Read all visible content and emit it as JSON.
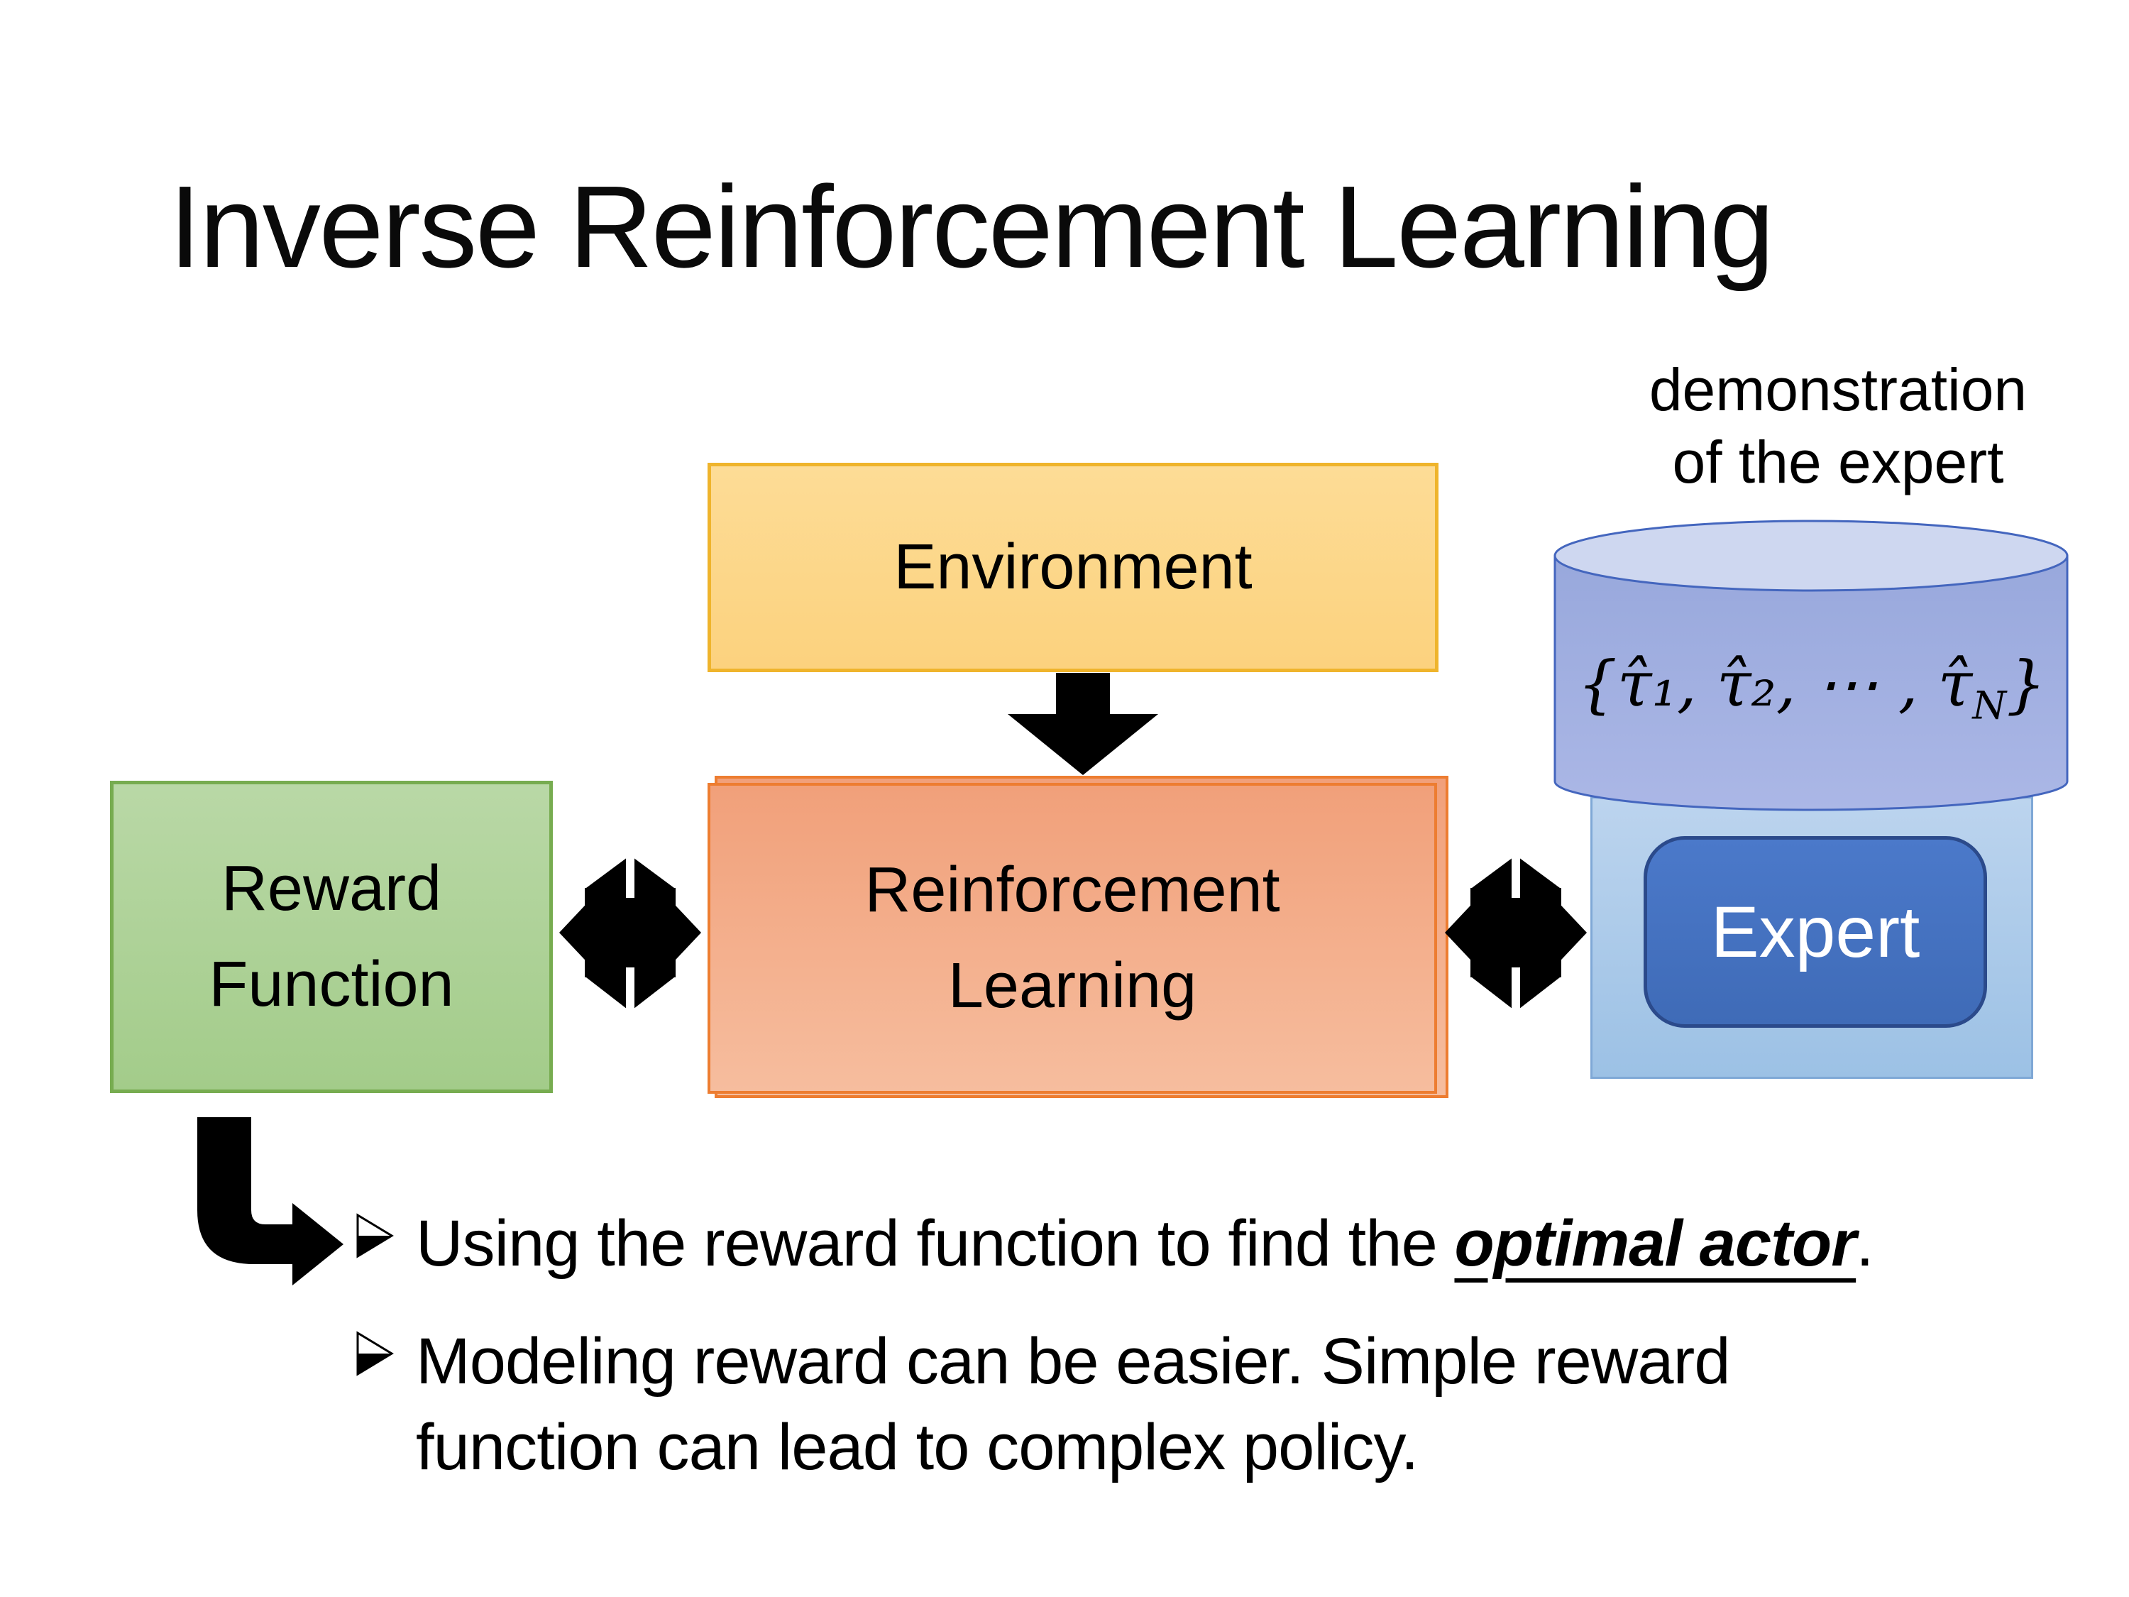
{
  "slide": {
    "title": "Inverse Reinforcement Learning",
    "demonstration_label": {
      "line1": "demonstration",
      "line2": "of the expert"
    },
    "boxes": {
      "environment": "Environment",
      "reward_function": {
        "line1": "Reward",
        "line2": "Function"
      },
      "reinforcement_learning": {
        "line1": "Reinforcement",
        "line2": "Learning"
      },
      "expert": "Expert"
    },
    "cylinder": {
      "label_pre": "{τ̂₁, τ̂₂, ⋯ , τ̂",
      "label_sub": "N",
      "label_post": "}"
    },
    "bullets": [
      {
        "pre": "Using the reward function to find the ",
        "emphasis": "optimal actor",
        "post": "."
      },
      {
        "lines": {
          "0": "Modeling reward can be easier. Simple reward",
          "1": "function can lead to complex policy."
        }
      }
    ],
    "colors": {
      "environment_fill": "#FDD98B",
      "environment_border": "#EFB42C",
      "reward_fill": "#AFD299",
      "reward_border": "#77AC50",
      "rl_fill": "#F2A47F",
      "rl_border": "#ED7D31",
      "expert_panel_fill": "#A9C9EA",
      "expert_panel_border": "#7FA8D6",
      "expert_fill": "#4472C4",
      "expert_border": "#2B4A8B",
      "cylinder_body": "#9DACDE",
      "cylinder_lid": "#CED7F0",
      "cylinder_border": "#4466BE",
      "arrow_color": "#000000",
      "text_color": "#000000"
    }
  }
}
